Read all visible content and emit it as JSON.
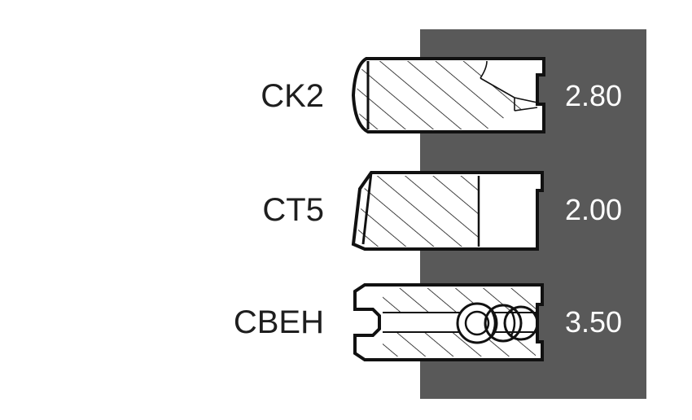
{
  "colors": {
    "panel": "#595959",
    "line": "#111111",
    "label_text": "#1e1e1e",
    "value_text": "#ffffff",
    "ring_fill": "#ffffff"
  },
  "rings": [
    {
      "label": "CK2",
      "value": "2.80",
      "profile": "taper-face-chamfer"
    },
    {
      "label": "CT5",
      "value": "2.00",
      "profile": "taper-step"
    },
    {
      "label": "CBEH",
      "value": "3.50",
      "profile": "oil-control-spring-expander"
    }
  ]
}
